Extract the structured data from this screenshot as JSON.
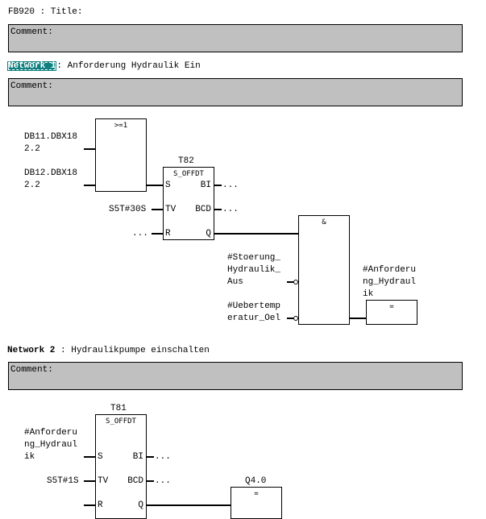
{
  "block": {
    "title": "FB920 : Title:",
    "comment_label": "Comment:"
  },
  "networks": [
    {
      "name": "Network 1",
      "sep": ":",
      "title": "Anforderung Hydraulik Ein",
      "comment_label": "Comment:",
      "or_box": {
        "header": ">=1",
        "inputs": [
          "DB11.DBX18\n2.2",
          "DB12.DBX18\n2.2"
        ]
      },
      "timer": {
        "id": "T82",
        "type": "S_OFFDT",
        "pins_in": [
          "S",
          "TV",
          "R"
        ],
        "pins_out": [
          "BI",
          "BCD",
          "Q"
        ],
        "tv_value": "S5T#30S",
        "r_value": "...",
        "bi_value": "...",
        "bcd_value": "..."
      },
      "and_box": {
        "header": "&",
        "inputs": [
          "#Stoerung_\nHydraulik_\nAus",
          "#Uebertemp\neratur_Oel"
        ]
      },
      "coil": {
        "operand": "#Anforderu\nng_Hydraul\nik",
        "symbol": "="
      }
    },
    {
      "name": "Network 2",
      "sep": ":",
      "title": "Hydraulikpumpe einschalten",
      "comment_label": "Comment:",
      "timer": {
        "id": "T81",
        "type": "S_OFFDT",
        "pins_in": [
          "S",
          "TV",
          "R"
        ],
        "pins_out": [
          "BI",
          "BCD",
          "Q"
        ],
        "s_value": "#Anforderu\nng_Hydraul\nik",
        "tv_value": "S5T#1S",
        "bi_value": "...",
        "bcd_value": "..."
      },
      "coil": {
        "operand": "Q4.0",
        "symbol": "="
      }
    }
  ]
}
